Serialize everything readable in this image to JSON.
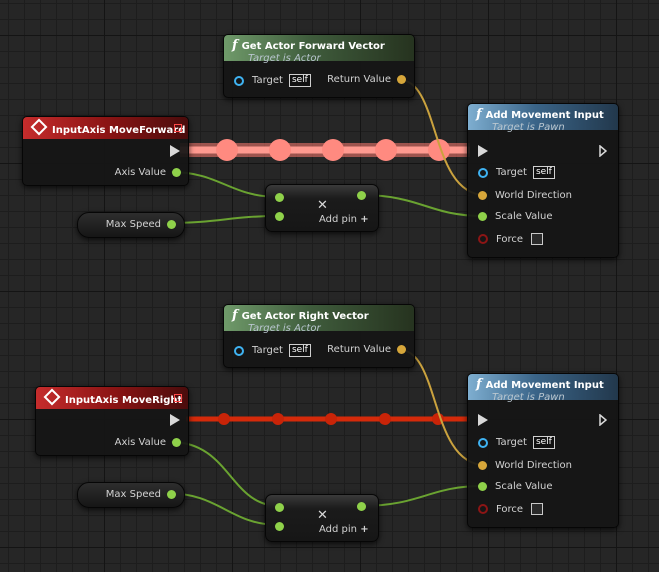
{
  "nodes": {
    "fwd_vector": {
      "title": "Get Actor Forward Vector",
      "subtitle": "Target is Actor",
      "target_label": "Target",
      "target_value": "self",
      "return_label": "Return Value"
    },
    "right_vector": {
      "title": "Get Actor Right Vector",
      "subtitle": "Target is Actor",
      "target_label": "Target",
      "target_value": "self",
      "return_label": "Return Value"
    },
    "move_forward_event": {
      "title": "InputAxis MoveForward",
      "axis_label": "Axis Value"
    },
    "move_right_event": {
      "title": "InputAxis MoveRight",
      "axis_label": "Axis Value"
    },
    "max_speed_1": {
      "label": "Max Speed"
    },
    "max_speed_2": {
      "label": "Max Speed"
    },
    "multiply_1": {
      "add_pin": "Add pin",
      "add_symbol": "+",
      "op_symbol": "✕"
    },
    "multiply_2": {
      "add_pin": "Add pin",
      "add_symbol": "+",
      "op_symbol": "✕"
    },
    "add_movement_1": {
      "title": "Add Movement Input",
      "subtitle": "Target is Pawn",
      "target_label": "Target",
      "target_value": "self",
      "world_direction": "World Direction",
      "scale_value": "Scale Value",
      "force": "Force"
    },
    "add_movement_2": {
      "title": "Add Movement Input",
      "subtitle": "Target is Pawn",
      "target_label": "Target",
      "target_value": "self",
      "world_direction": "World Direction",
      "scale_value": "Scale Value",
      "force": "Force"
    }
  },
  "icons": {
    "function": "function-icon",
    "event": "event-diamond-icon"
  },
  "colors": {
    "exec_wire_active": "#ff6d5e",
    "exec_wire_red": "#d62a0c",
    "float_wire": "#6aa331",
    "vector_wire": "#caa23e",
    "pure_header": "#4f7a4c",
    "function_header": "#3f6a8e",
    "event_header": "#a51f1f"
  }
}
